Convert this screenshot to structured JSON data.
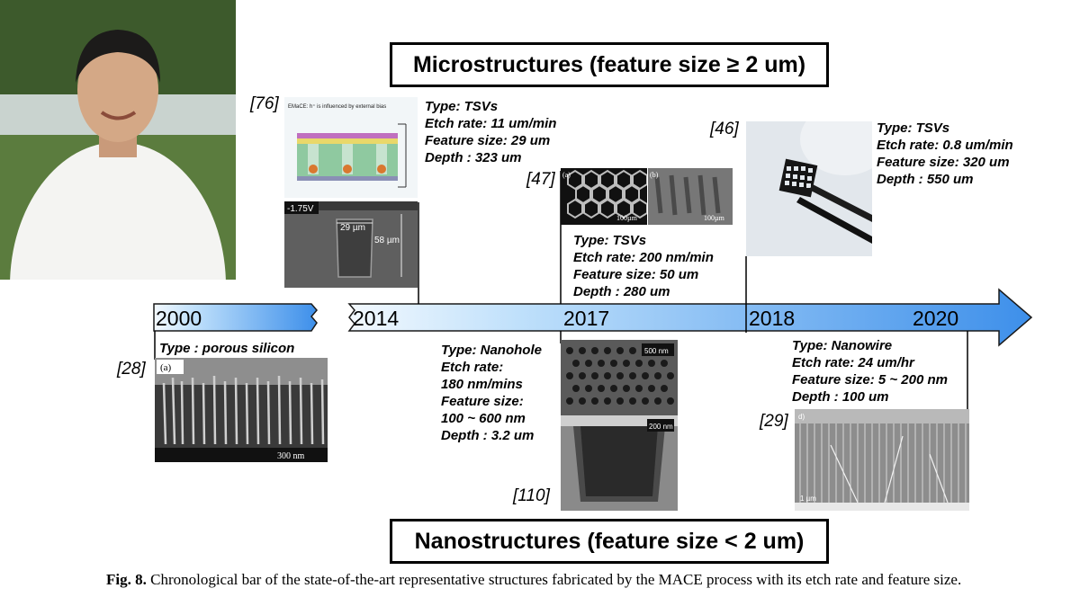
{
  "top_box": "Microstructures (feature size ≥ 2 um)",
  "bottom_box": "Nanostructures (feature size < 2 um)",
  "years": [
    "2000",
    "2014",
    "2017",
    "2018",
    "2020"
  ],
  "entries": {
    "e2014": {
      "ref": "[76]",
      "lines": [
        "Type: TSVs",
        "Etch rate: 11 um/min",
        "Feature size: 29 um",
        "Depth : 323 um"
      ],
      "image_texts": {
        "top": "EMaCE: h⁺ is influenced by external bias",
        "voltage": "-1.75V",
        "width": "29 µm",
        "depth": "58 µm"
      }
    },
    "e2017a": {
      "ref": "[47]",
      "lines": [
        "Type: TSVs",
        "Etch rate: 200 nm/min",
        "Feature size: 50 um",
        "Depth : 280 um"
      ],
      "image_texts": {
        "a": "(a)",
        "b": "(b)",
        "scale_a": "100µm",
        "scale_b": "100µm"
      }
    },
    "e2018": {
      "ref": "[46]",
      "lines": [
        "Type: TSVs",
        "Etch rate: 0.8 um/min",
        "Feature size: 320 um",
        "Depth : 550 um"
      ]
    },
    "e2000": {
      "ref": "[28]",
      "lines": [
        "Type : porous silicon"
      ],
      "image_texts": {
        "label": "(a)",
        "scale": "300 nm"
      }
    },
    "e2017b": {
      "ref": "[110]",
      "lines": [
        "Type: Nanohole",
        "Etch rate:",
        "180 nm/mins",
        "Feature size:",
        "100 ~ 600 nm",
        "Depth : 3.2 um"
      ],
      "image_texts": {
        "scale_top": "500 nm",
        "scale_bottom": "200 nm"
      }
    },
    "e2020": {
      "ref": "[29]",
      "lines": [
        "Type: Nanowire",
        "Etch rate: 24 um/hr",
        "Feature size: 5 ~ 200 nm",
        "Depth : 100 um"
      ],
      "image_texts": {
        "label": "d)",
        "scale": "1 µm"
      }
    }
  },
  "caption": {
    "label": "Fig. 8.",
    "text": " Chronological bar of the state-of-the-art representative structures fabricated by the MACE process with its etch rate and feature size."
  },
  "colors": {
    "bar_light": "#eaf4fd",
    "bar_dark": "#3f93ec",
    "sem_gray": "#5a5a5a"
  }
}
